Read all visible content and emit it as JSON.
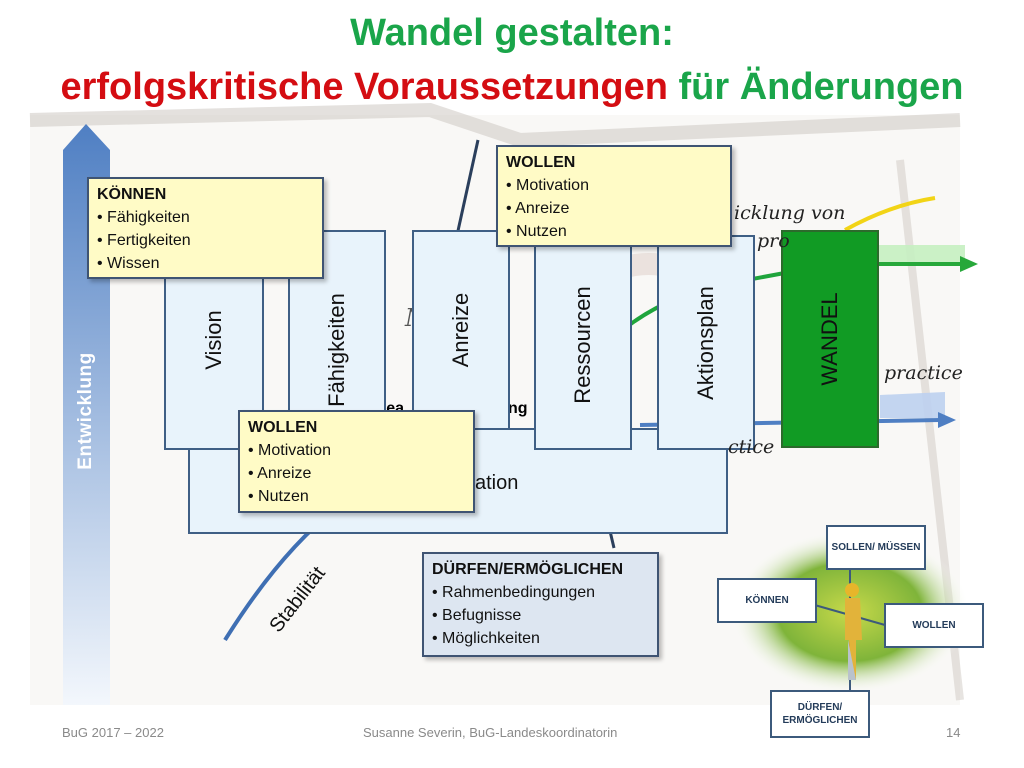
{
  "slide": {
    "title_line1": "Wandel gestalten:",
    "title_line2_red": "erfolgskritische Voraussetzungen",
    "title_line2_green": "für Änderungen"
  },
  "axes": {
    "entwicklung": "Entwicklung",
    "stabilitaet": "Stabilität"
  },
  "columns": [
    "Vision",
    "Fähigkeiten",
    "Anreize",
    "Ressourcen",
    "Aktionsplan",
    "WANDEL"
  ],
  "partial_texts": {
    "kommunikation_fragment": "kation",
    "middle_fragment": "Ne",
    "under_fragment": "rea",
    "under_fragment2": "ng",
    "hand_top": "icklung von",
    "hand_top2": "pro",
    "hand_practice": "practice",
    "hand_lower": "ctice"
  },
  "notes": {
    "koennen": {
      "heading": "KÖNNEN",
      "items": [
        "• Fähigkeiten",
        "• Fertigkeiten",
        "• Wissen"
      ]
    },
    "wollen_top": {
      "heading": "WOLLEN",
      "items": [
        "• Motivation",
        "• Anreize",
        "• Nutzen"
      ]
    },
    "wollen_mid": {
      "heading": "WOLLEN",
      "items": [
        "• Motivation",
        "• Anreize",
        "• Nutzen"
      ]
    },
    "duerfen": {
      "heading": "DÜRFEN/ERMÖGLICHEN",
      "items": [
        "• Rahmenbedingungen",
        "• Befugnisse",
        "• Möglichkeiten"
      ]
    }
  },
  "mini_diagram": {
    "sollen": "SOLLEN/ MÜSSEN",
    "koennen": "KÖNNEN",
    "wollen": "WOLLEN",
    "duerfen": "DÜRFEN/ ERMÖGLICHEN"
  },
  "footer": {
    "left": "BuG 2017 – 2022",
    "center": "Susanne Severin, BuG-Landeskoordinatorin",
    "page": "14"
  },
  "colors": {
    "title_green": "#1aa54a",
    "title_red": "#d40d12",
    "wandel_green": "#119b24",
    "note_yellow": "#fffbc6",
    "note_blue": "#dde6f1",
    "arrow_blue": "#5a86c8"
  }
}
